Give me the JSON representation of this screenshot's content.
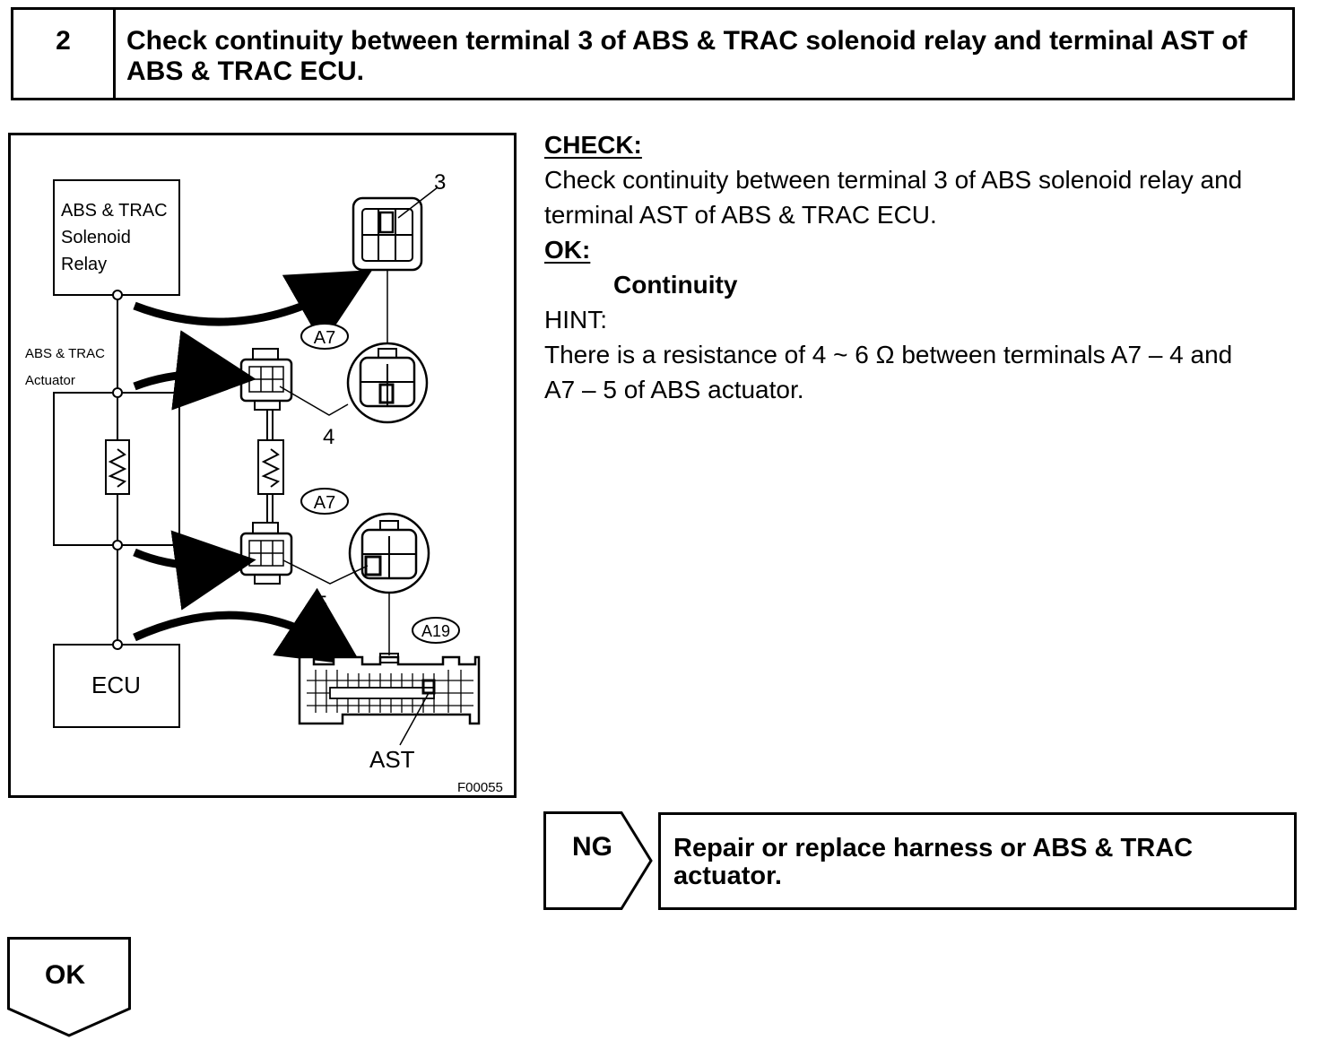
{
  "step": {
    "number": "2",
    "title": "Check continuity between terminal 3 of ABS & TRAC solenoid relay and terminal AST of ABS & TRAC ECU."
  },
  "figure": {
    "relay_label_1": "ABS & TRAC",
    "relay_label_2": "Solenoid",
    "relay_label_3": "Relay",
    "actuator_label_1": "ABS & TRAC",
    "actuator_label_2": "Actuator",
    "ecu_label": "ECU",
    "terminal_3": "3",
    "terminal_4": "4",
    "terminal_5": "5",
    "connector_a7_top": "A7",
    "connector_a7_bottom": "A7",
    "connector_a19": "A19",
    "terminal_ast": "AST",
    "figure_code": "F00055"
  },
  "check": {
    "heading": "CHECK:",
    "text_line_1": "Check continuity between terminal 3 of ABS solenoid relay and",
    "text_line_2": "terminal AST of ABS & TRAC ECU."
  },
  "ok_spec": {
    "heading": "OK:",
    "value": "Continuity"
  },
  "hint": {
    "heading": "HINT:",
    "text_line_1": "There is a resistance of 4 ~ 6 Ω between terminals A7 – 4 and",
    "text_line_2": "A7 – 5 of ABS actuator."
  },
  "ng": {
    "label": "NG",
    "action_line_1": "Repair or replace harness or ABS & TRAC",
    "action_line_2": "actuator."
  },
  "ok_next": {
    "label": "OK"
  }
}
